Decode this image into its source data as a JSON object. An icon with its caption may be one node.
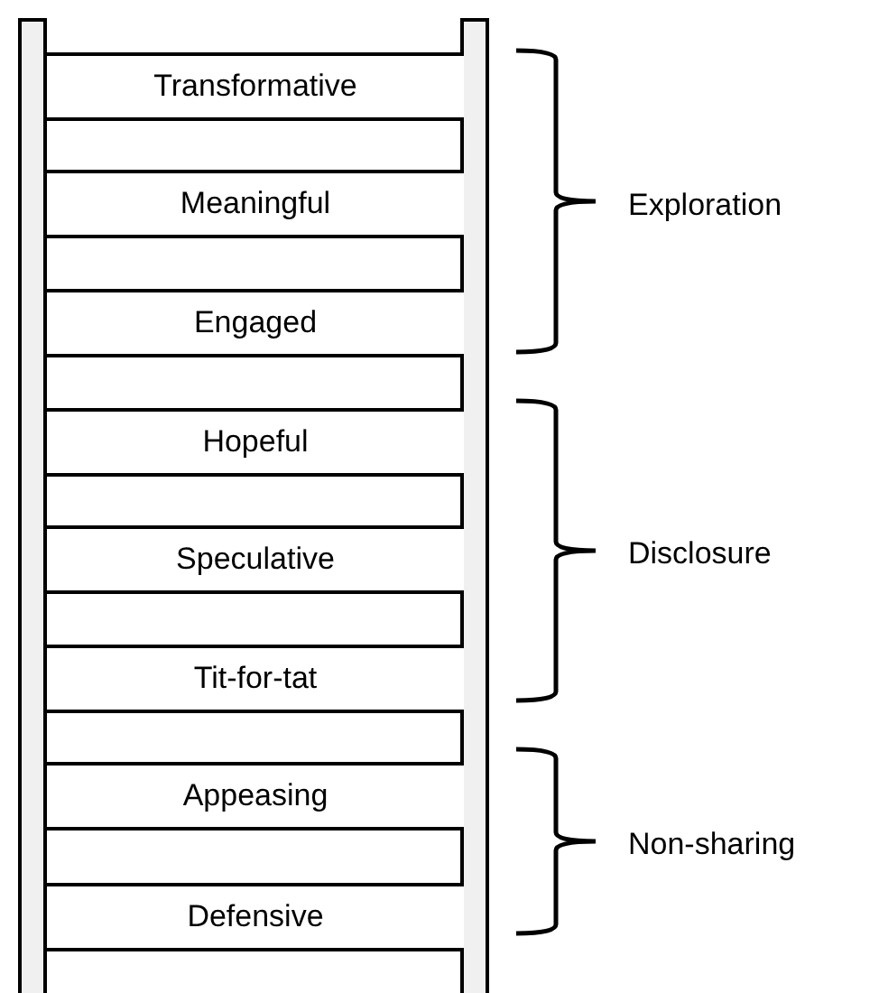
{
  "diagram": {
    "nodes": [
      {
        "text": [],
        "shape": "bar"
      },
      {
        "text": [],
        "shape": "bar"
      },
      {
        "text": [
          "Transformative"
        ]
      },
      {
        "text": [
          "Meaningful"
        ]
      },
      {
        "text": [
          "Engaged"
        ]
      },
      {
        "text": [
          "Hopeful"
        ]
      },
      {
        "text": [
          "Speculative"
        ]
      },
      {
        "text": [
          "Tit-for-tat"
        ]
      },
      {
        "text": [
          "Appeasing"
        ]
      },
      {
        "text": [
          "Defensive"
        ]
      }
    ],
    "labels": [
      "Exploration",
      "Disclosure",
      "Non-sharing"
    ]
  }
}
